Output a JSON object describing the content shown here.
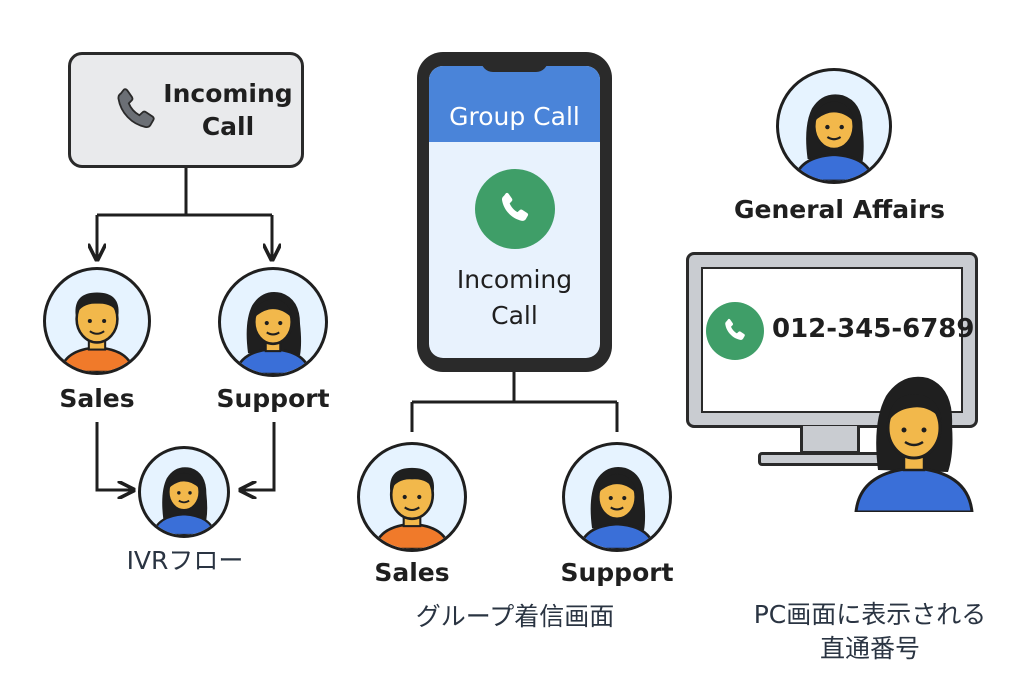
{
  "ivr": {
    "incoming_call": "Incoming\nCall",
    "sales_label": "Sales",
    "support_label": "Support",
    "caption": "IVRフロー"
  },
  "group": {
    "header": "Group Call",
    "incoming_call": "Incoming\nCall",
    "sales_label": "Sales",
    "support_label": "Support",
    "caption": "グループ着信画面"
  },
  "pc": {
    "general_affairs_label": "General Affairs",
    "phone_number": "012-345-6789",
    "caption": "PC画面に表示される\n直通番号"
  },
  "colors": {
    "phone_green": "#3f9e68",
    "header_blue": "#4a84d9",
    "screen_bg": "#e8f2fd",
    "skin": "#f2b84b",
    "male_shirt": "#f07a2a",
    "female_shirt": "#3a6fd8"
  }
}
